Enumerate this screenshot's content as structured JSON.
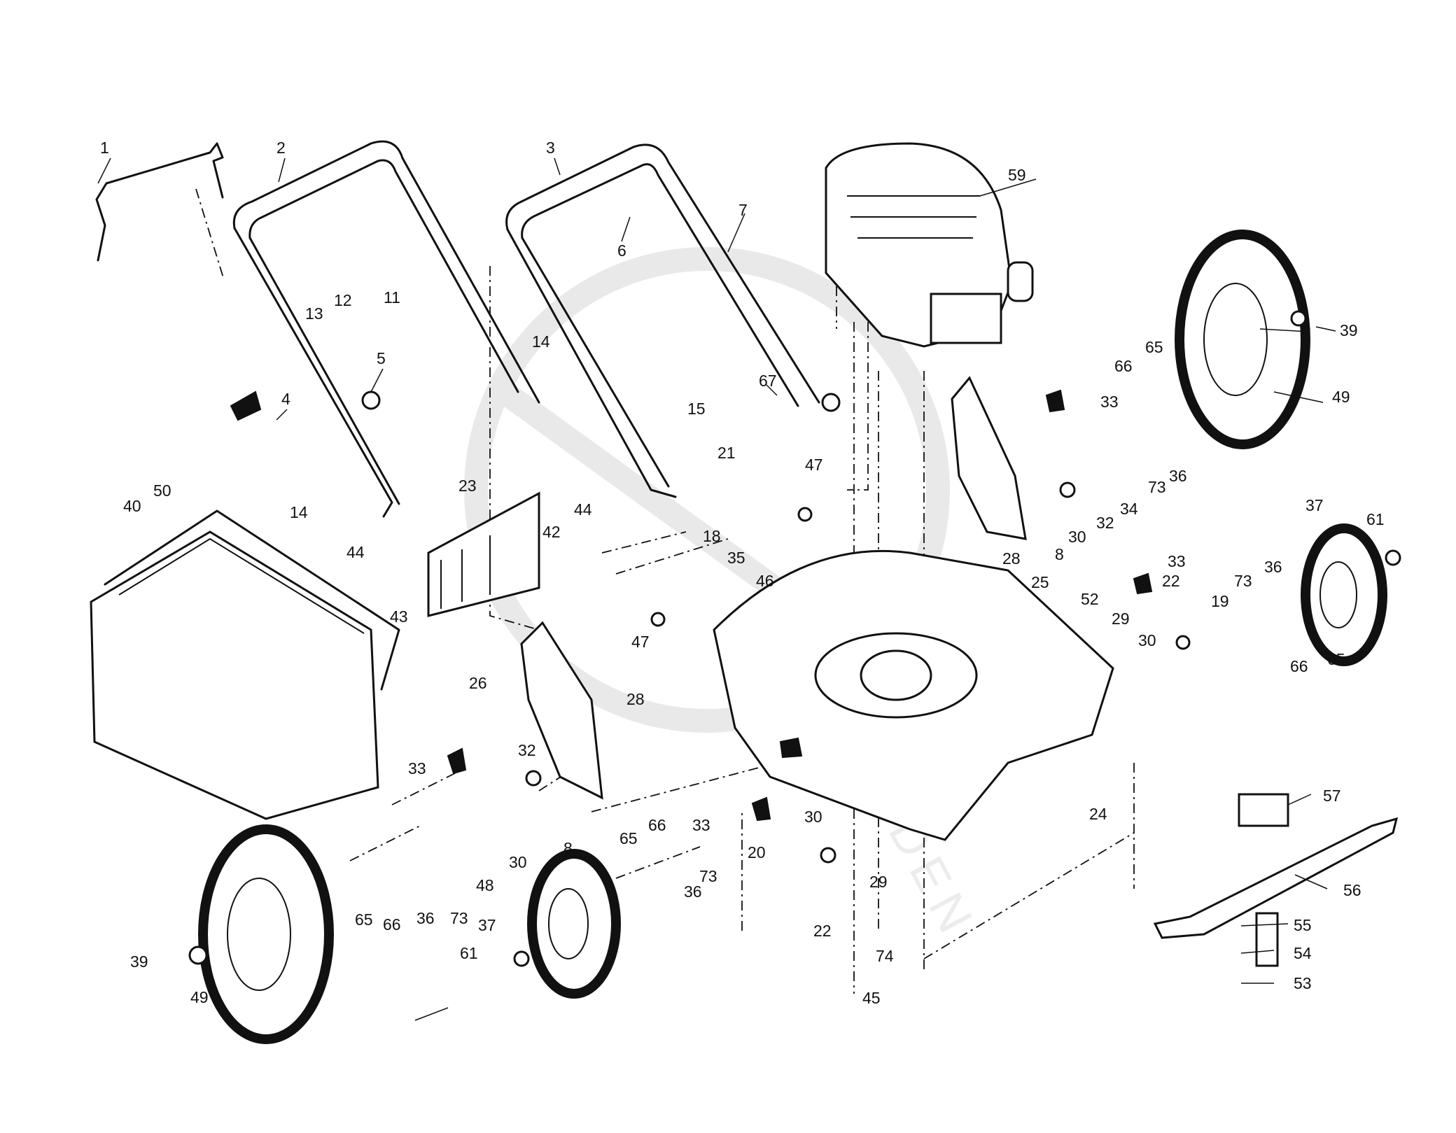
{
  "watermark": {
    "text": "GARDEN"
  },
  "callouts": [
    {
      "id": "1",
      "label": "1"
    },
    {
      "id": "2",
      "label": "2"
    },
    {
      "id": "3",
      "label": "3"
    },
    {
      "id": "4",
      "label": "4"
    },
    {
      "id": "5",
      "label": "5"
    },
    {
      "id": "6",
      "label": "6"
    },
    {
      "id": "7",
      "label": "7"
    },
    {
      "id": "8a",
      "label": "8"
    },
    {
      "id": "8b",
      "label": "8"
    },
    {
      "id": "11",
      "label": "11"
    },
    {
      "id": "12",
      "label": "12"
    },
    {
      "id": "13",
      "label": "13"
    },
    {
      "id": "14a",
      "label": "14"
    },
    {
      "id": "14b",
      "label": "14"
    },
    {
      "id": "15",
      "label": "15"
    },
    {
      "id": "18",
      "label": "18"
    },
    {
      "id": "19",
      "label": "19"
    },
    {
      "id": "20",
      "label": "20"
    },
    {
      "id": "21",
      "label": "21"
    },
    {
      "id": "22a",
      "label": "22"
    },
    {
      "id": "22b",
      "label": "22"
    },
    {
      "id": "23",
      "label": "23"
    },
    {
      "id": "24",
      "label": "24"
    },
    {
      "id": "25",
      "label": "25"
    },
    {
      "id": "26",
      "label": "26"
    },
    {
      "id": "28a",
      "label": "28"
    },
    {
      "id": "28b",
      "label": "28"
    },
    {
      "id": "29a",
      "label": "29"
    },
    {
      "id": "29b",
      "label": "29"
    },
    {
      "id": "30a",
      "label": "30"
    },
    {
      "id": "30b",
      "label": "30"
    },
    {
      "id": "30c",
      "label": "30"
    },
    {
      "id": "30d",
      "label": "30"
    },
    {
      "id": "32a",
      "label": "32"
    },
    {
      "id": "32b",
      "label": "32"
    },
    {
      "id": "33a",
      "label": "33"
    },
    {
      "id": "33b",
      "label": "33"
    },
    {
      "id": "33c",
      "label": "33"
    },
    {
      "id": "33d",
      "label": "33"
    },
    {
      "id": "34",
      "label": "34"
    },
    {
      "id": "35",
      "label": "35"
    },
    {
      "id": "36a",
      "label": "36"
    },
    {
      "id": "36b",
      "label": "36"
    },
    {
      "id": "36c",
      "label": "36"
    },
    {
      "id": "36d",
      "label": "36"
    },
    {
      "id": "37a",
      "label": "37"
    },
    {
      "id": "37b",
      "label": "37"
    },
    {
      "id": "39a",
      "label": "39"
    },
    {
      "id": "39b",
      "label": "39"
    },
    {
      "id": "40",
      "label": "40"
    },
    {
      "id": "42",
      "label": "42"
    },
    {
      "id": "43",
      "label": "43"
    },
    {
      "id": "44a",
      "label": "44"
    },
    {
      "id": "44b",
      "label": "44"
    },
    {
      "id": "45",
      "label": "45"
    },
    {
      "id": "46",
      "label": "46"
    },
    {
      "id": "47a",
      "label": "47"
    },
    {
      "id": "47b",
      "label": "47"
    },
    {
      "id": "48",
      "label": "48"
    },
    {
      "id": "49a",
      "label": "49"
    },
    {
      "id": "49b",
      "label": "49"
    },
    {
      "id": "50",
      "label": "50"
    },
    {
      "id": "52",
      "label": "52"
    },
    {
      "id": "53",
      "label": "53"
    },
    {
      "id": "54",
      "label": "54"
    },
    {
      "id": "55",
      "label": "55"
    },
    {
      "id": "56",
      "label": "56"
    },
    {
      "id": "57",
      "label": "57"
    },
    {
      "id": "59",
      "label": "59"
    },
    {
      "id": "61a",
      "label": "61"
    },
    {
      "id": "61b",
      "label": "61"
    },
    {
      "id": "65a",
      "label": "65"
    },
    {
      "id": "65b",
      "label": "65"
    },
    {
      "id": "65c",
      "label": "65"
    },
    {
      "id": "65d",
      "label": "65"
    },
    {
      "id": "66a",
      "label": "66"
    },
    {
      "id": "66b",
      "label": "66"
    },
    {
      "id": "66c",
      "label": "66"
    },
    {
      "id": "66d",
      "label": "66"
    },
    {
      "id": "67",
      "label": "67"
    },
    {
      "id": "73a",
      "label": "73"
    },
    {
      "id": "73b",
      "label": "73"
    },
    {
      "id": "73c",
      "label": "73"
    },
    {
      "id": "73d",
      "label": "73"
    },
    {
      "id": "74",
      "label": "74"
    }
  ]
}
